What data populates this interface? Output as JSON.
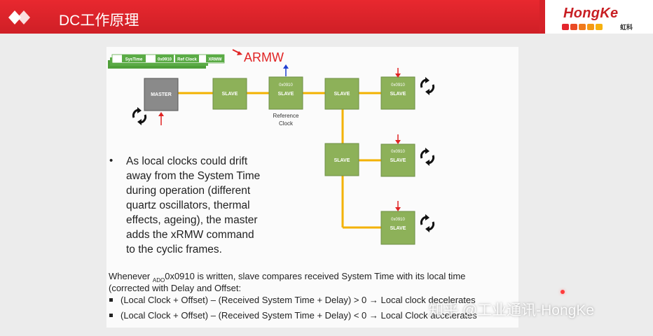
{
  "header": {
    "title": "DC工作原理",
    "logo_text": "HongKe",
    "logo_sub": "虹科",
    "brand_color": "#d62229"
  },
  "slide": {
    "frame_labels": [
      "SysTime",
      "0x0910",
      "Ref Clock",
      "XRMW"
    ],
    "armw_label": "ARMW",
    "master_label": "MASTER",
    "slave_label": "SLAVE",
    "register_label": "0x0910",
    "reference_clock_label": [
      "Reference",
      "Clock"
    ],
    "bullet_lines": [
      "As local clocks could drift",
      "away from the System Time",
      "during operation (different",
      "quartz oscillators, thermal",
      "effects, ageing), the master",
      "adds the xRMW command",
      "to the cyclic frames."
    ],
    "whenever": {
      "prefix": "Whenever ",
      "subscript": "ADO",
      "suffix": "0x0910 is written, slave compares received System Time with its local time",
      "line2": "(corrected with Delay and Offset:"
    },
    "conditions": [
      "(Local Clock + Offset) – (Received System Time + Delay) > 0 → Local clock decelerates",
      "(Local Clock + Offset) – (Received System Time + Delay) < 0 → Local Clock accelerates"
    ],
    "sync_icon": "sync-arrows-icon",
    "colors": {
      "node_green": "#8db159",
      "node_grey": "#8a8a8a",
      "line": "#f3b200",
      "arrow_red": "#e02424",
      "arrow_blue": "#1f3fd1"
    }
  },
  "watermark": "知乎 @工业通讯-HongKe"
}
